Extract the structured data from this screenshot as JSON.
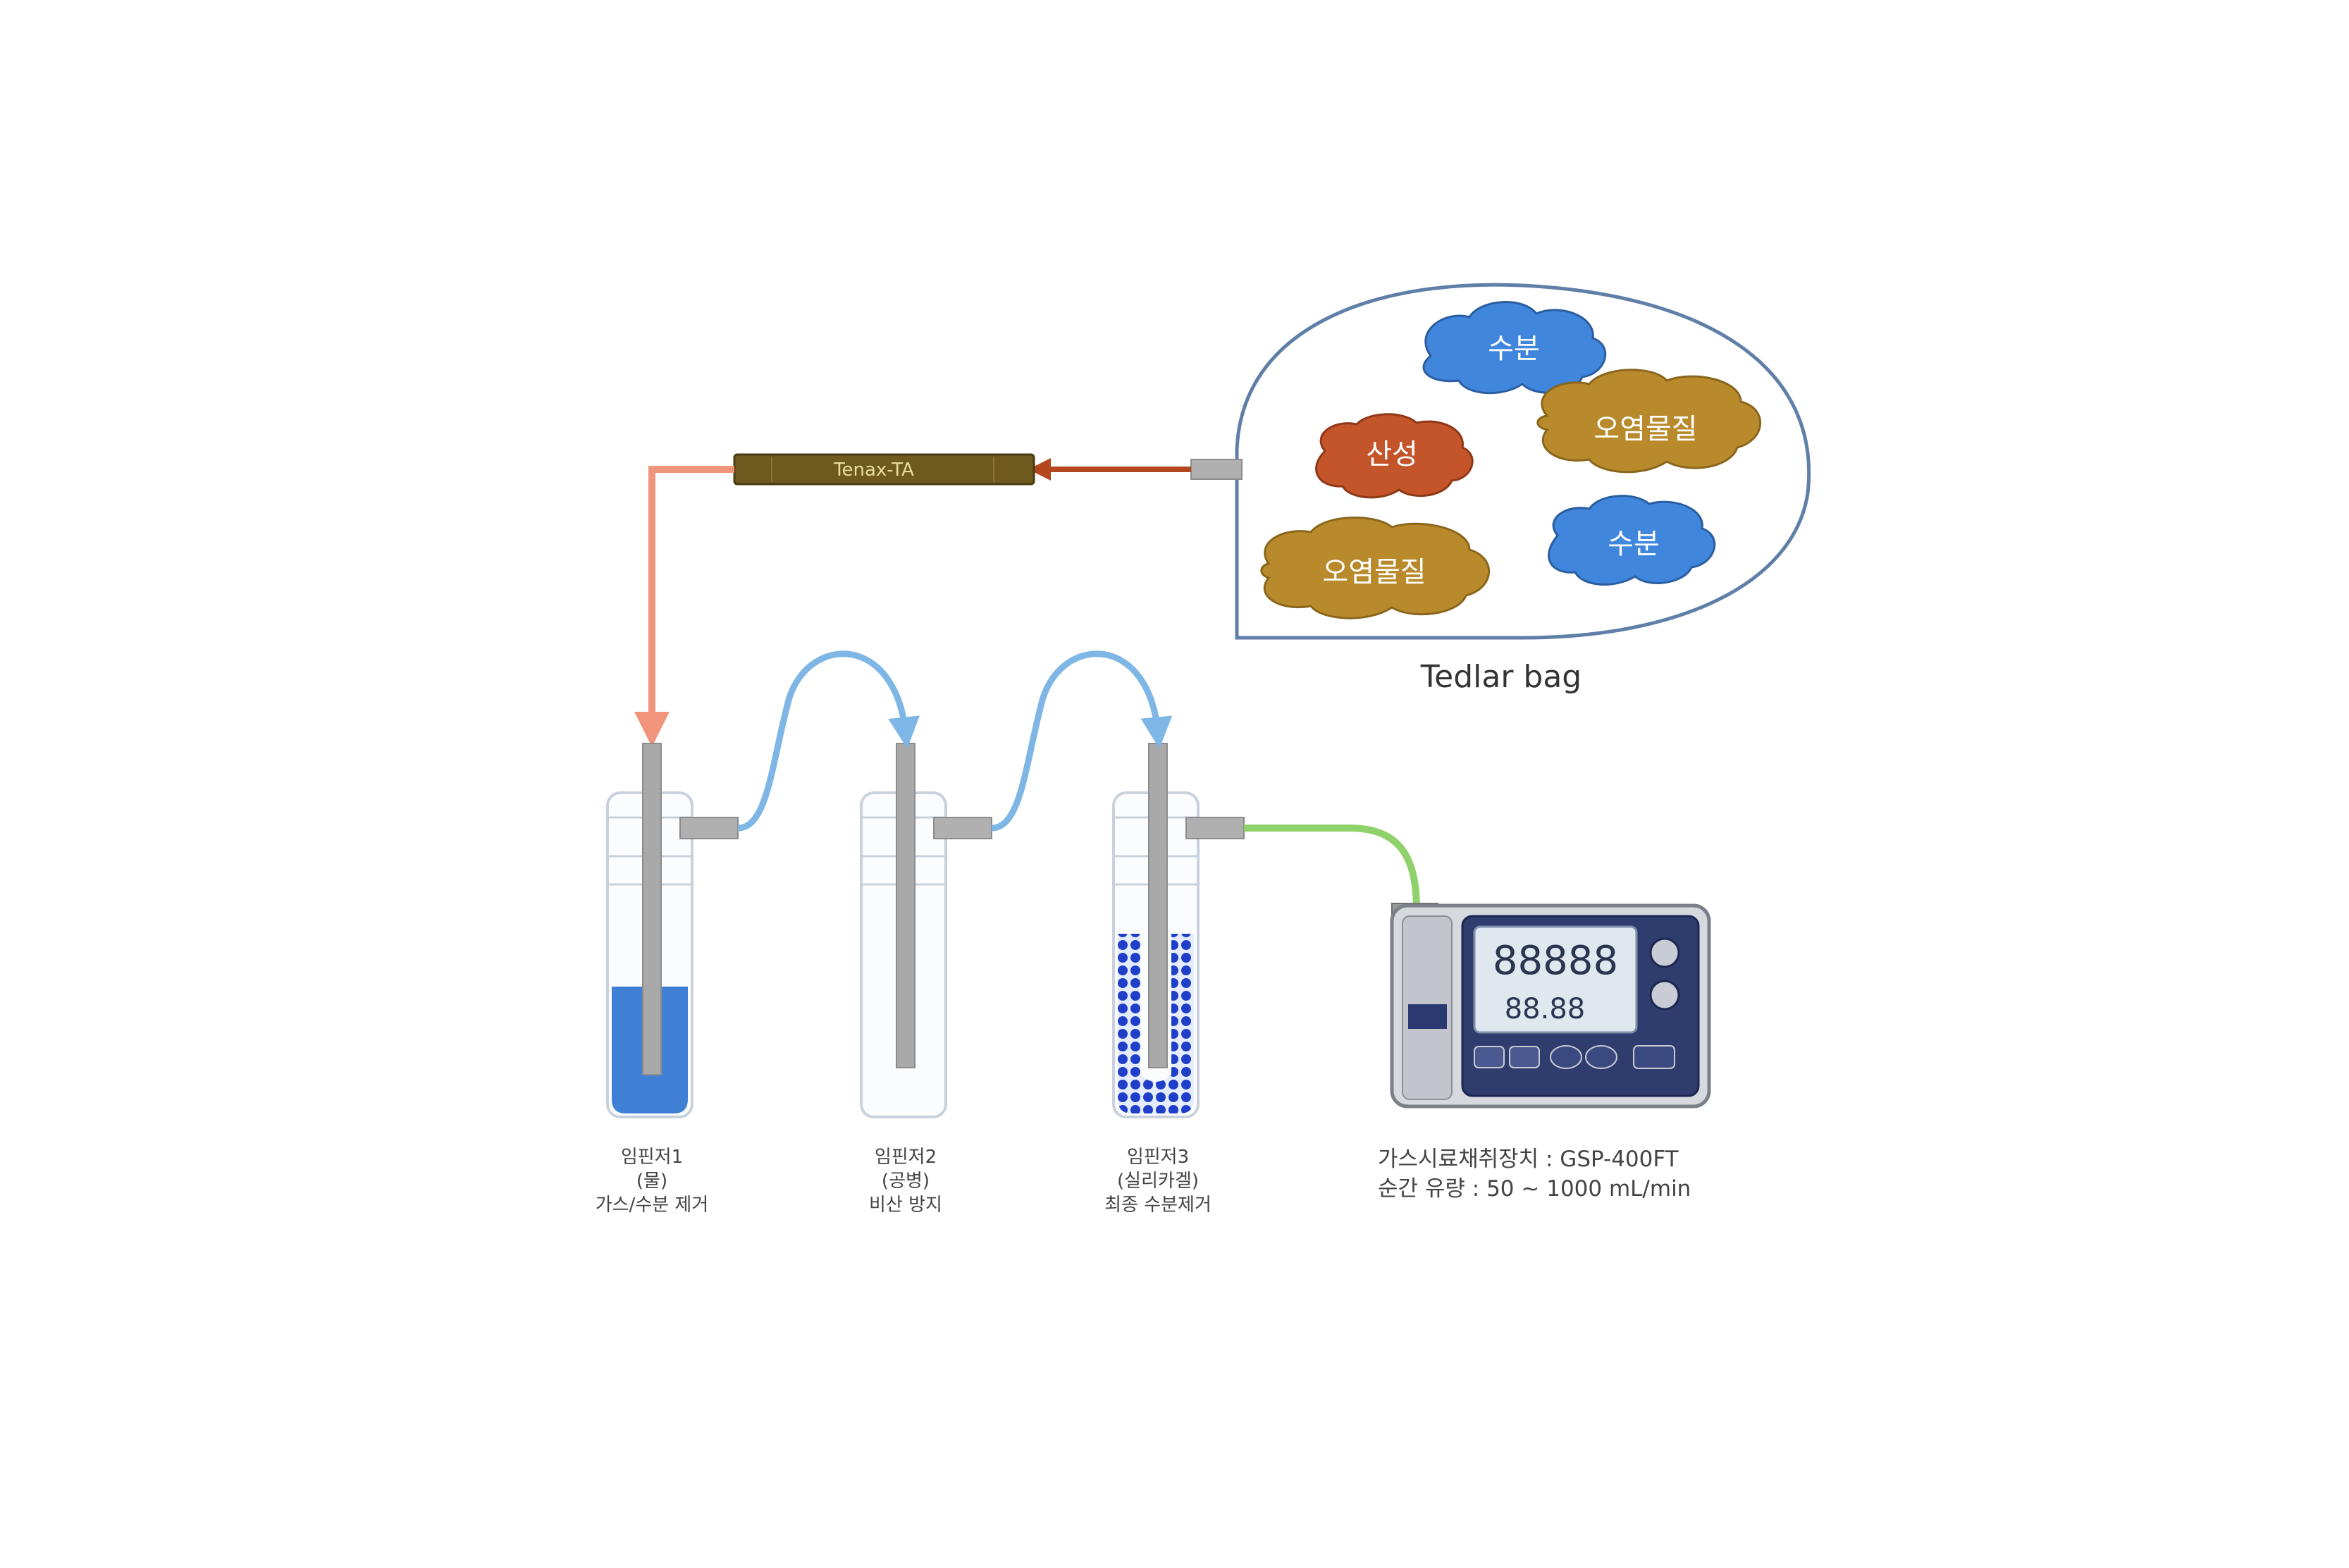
{
  "bag": {
    "label": "Tedlar bag",
    "clouds": [
      {
        "text": "수분",
        "color": "#3f86dc"
      },
      {
        "text": "오염물질",
        "color": "#b98a2b"
      },
      {
        "text": "산성",
        "color": "#c4552a"
      },
      {
        "text": "오염물질",
        "color": "#b98a2b"
      },
      {
        "text": "수분",
        "color": "#3f86dc"
      }
    ]
  },
  "filter": {
    "label": "Tenax-TA",
    "color": "#6e5a1e"
  },
  "impingers": [
    {
      "lines": [
        "임핀저1",
        "(물)",
        "가스/수분 제거"
      ],
      "liquid": "water",
      "color": "#3f7fd6"
    },
    {
      "lines": [
        "임핀저2",
        "(공병)",
        "비산 방지"
      ],
      "liquid": "empty",
      "color": "#ffffff"
    },
    {
      "lines": [
        "임핀저3",
        "(실리카겔)",
        "최종 수분제거"
      ],
      "liquid": "silica",
      "color": "#1f3fc9"
    }
  ],
  "pump": {
    "lines": [
      "가스시료채취장치 : GSP-400FT",
      "순간 유량 : 50 ~ 1000 mL/min"
    ],
    "display_main": "88888",
    "display_sub": "88.88"
  },
  "colors": {
    "inlet_line": "#f0957b",
    "arrow_bag": "#b5471f",
    "transfer_line": "#7eb6e6",
    "outlet_line": "#8fd16a",
    "tube": "#a9a9a9"
  }
}
